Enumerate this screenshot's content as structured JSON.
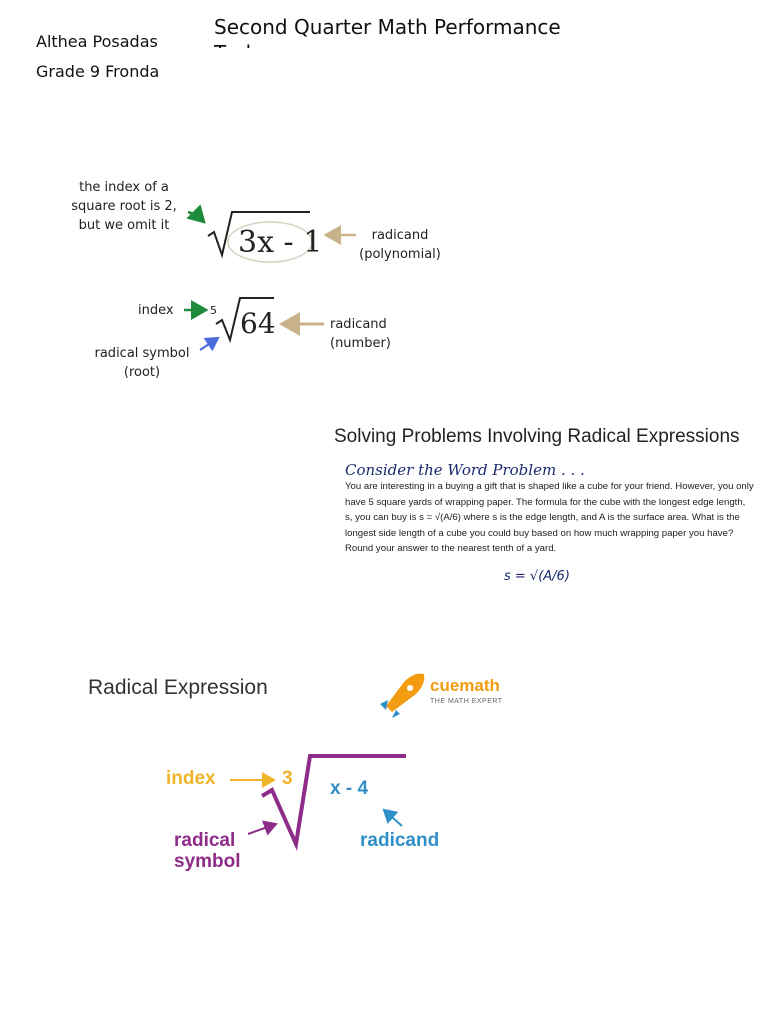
{
  "header": {
    "author": "Althea Posadas",
    "grade": "Grade 9 Fronda",
    "title": "Second Quarter Math Performance Task"
  },
  "diagram1": {
    "note": "the index of a square root is 2, but we omit it",
    "expression": "3x - 1",
    "radicand_label": "radicand (polynomial)",
    "color_arrow_green": "#1e8a3c",
    "color_arrow_tan": "#c9b28a"
  },
  "diagram2": {
    "index_label": "index",
    "index_value": "5",
    "radicand": "64",
    "radicand_label": "radicand (number)",
    "symbol_label": "radical symbol (root)",
    "color_arrow_blue": "#4a6bdc"
  },
  "word_problem": {
    "title": "Solving Problems Involving Radical Expressions",
    "heading": "Consider the Word Problem . . .",
    "body": "You are interesting in a buying a gift that is shaped like a cube for your friend. However, you only have 5 square yards of wrapping paper. The formula for the cube with the longest edge length, s, you can buy is s = √(A/6) where s is the edge length, and A is the surface area. What is the longest side length of a cube you could buy based on how much wrapping paper you have? Round your answer to the nearest tenth of a yard.",
    "formula": "s = √(A/6)"
  },
  "cuemath": {
    "title": "Radical Expression",
    "brand": "cuemath",
    "tagline": "THE MATH EXPERT",
    "index_label": "index",
    "index_value": "3",
    "expression": "x - 4",
    "radical_label": "radical symbol",
    "radicand_label": "radicand",
    "color_index": "#f0b429",
    "color_radical": "#8e2c8a",
    "color_radicand": "#2f8fc6"
  }
}
